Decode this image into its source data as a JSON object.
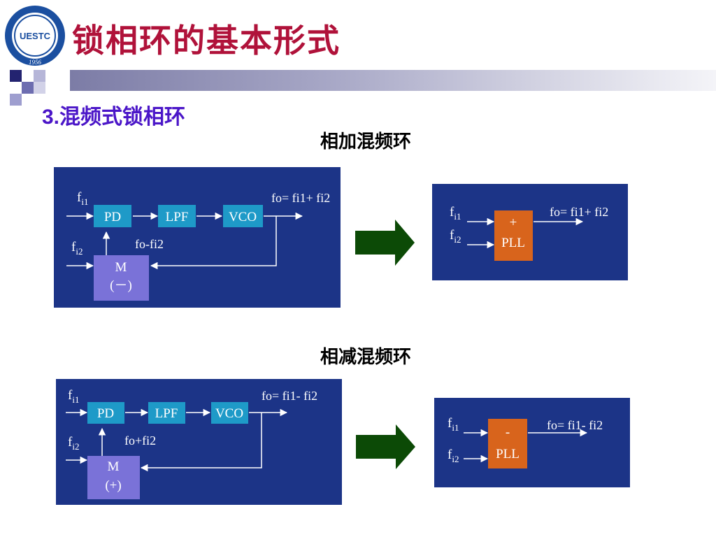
{
  "slide": {
    "title": "锁相环的基本形式",
    "section_number": "3.",
    "section_title": "混频式锁相环"
  },
  "logo": {
    "text": "UESTC",
    "year": "1956"
  },
  "diagrams": [
    {
      "caption": "相加混频环",
      "loop": {
        "pd": "PD",
        "lpf": "LPF",
        "vco": "VCO",
        "mixer": "M",
        "mixer_sign": "(－)",
        "in1": "f",
        "in1_sub": "i1",
        "in2": "f",
        "in2_sub": "i2",
        "out": "fo= fi1+ fi2",
        "feedback": "fo-fi2"
      },
      "block": {
        "sign": "+",
        "label": "PLL",
        "in1": "f",
        "in1_sub": "i1",
        "in2": "f",
        "in2_sub": "i2",
        "out": "fo= fi1+ fi2"
      }
    },
    {
      "caption": "相减混频环",
      "loop": {
        "pd": "PD",
        "lpf": "LPF",
        "vco": "VCO",
        "mixer": "M",
        "mixer_sign": "(+)",
        "in1": "f",
        "in1_sub": "i1",
        "in2": "f",
        "in2_sub": "i2",
        "out": "fo= fi1- fi2",
        "feedback": "fo+fi2"
      },
      "block": {
        "sign": "-",
        "label": "PLL",
        "in1": "f",
        "in1_sub": "i1",
        "in2": "f",
        "in2_sub": "i2",
        "out": "fo= fi1- fi2"
      }
    }
  ],
  "colors": {
    "title": "#b0123a",
    "section": "#4b16c8",
    "panel": "#1c3487",
    "block_blue": "#1e9ac8",
    "block_purple": "#7a72d8",
    "block_orange": "#d8641c",
    "arrow": "#0c4a06"
  }
}
